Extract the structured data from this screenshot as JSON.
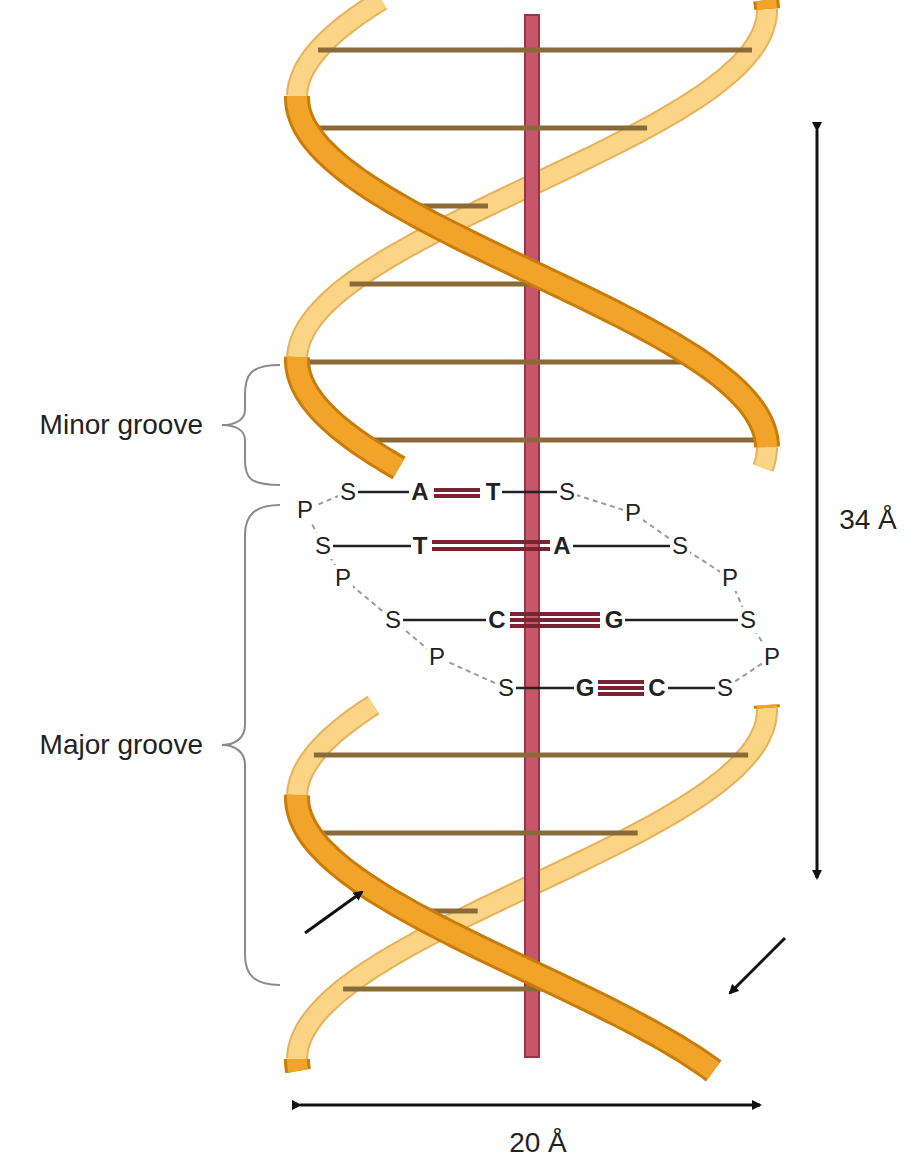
{
  "diagram": {
    "labels": [
      "Minor groove",
      "34 Å",
      "S",
      "A",
      "T",
      "S",
      "P",
      "P",
      "S",
      "T",
      "A",
      "S",
      "P",
      "P",
      "S",
      "C",
      "G",
      "S",
      "P",
      "P",
      "S",
      "G",
      "C",
      "S",
      "Major groove",
      "20 Å"
    ]
  }
}
